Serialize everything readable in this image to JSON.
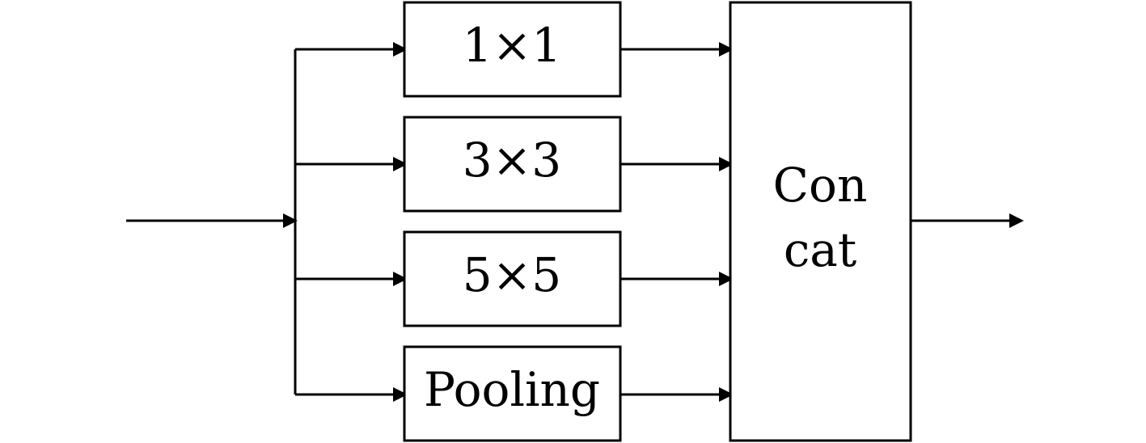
{
  "diagram": {
    "branches": [
      "1×1",
      "3×3",
      "5×5",
      "Pooling"
    ],
    "concat": {
      "line1": "Con",
      "line2": "cat"
    }
  }
}
